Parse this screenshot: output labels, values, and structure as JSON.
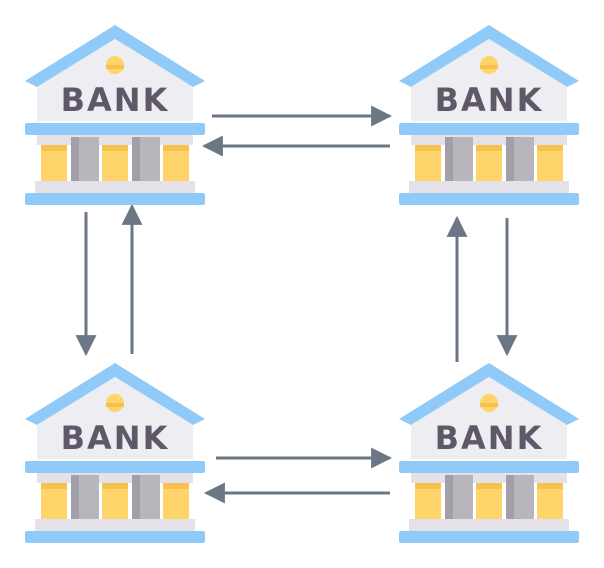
{
  "banks": [
    {
      "id": "top-left",
      "label": "BANK"
    },
    {
      "id": "top-right",
      "label": "BANK"
    },
    {
      "id": "bottom-left",
      "label": "BANK"
    },
    {
      "id": "bottom-right",
      "label": "BANK"
    }
  ],
  "connections": [
    {
      "from": "top-left",
      "to": "top-right"
    },
    {
      "from": "top-right",
      "to": "top-left"
    },
    {
      "from": "top-left",
      "to": "bottom-left"
    },
    {
      "from": "bottom-left",
      "to": "top-left"
    },
    {
      "from": "top-right",
      "to": "bottom-right"
    },
    {
      "from": "bottom-right",
      "to": "top-right"
    },
    {
      "from": "bottom-left",
      "to": "bottom-right"
    },
    {
      "from": "bottom-right",
      "to": "bottom-left"
    }
  ],
  "colors": {
    "roof": "#90caf9",
    "roof_dark": "#7fb6e6",
    "facade": "#eeeef2",
    "pillar": "#b9b5bd",
    "pillar_shadow": "#a39fa8",
    "gold": "#ffd56b",
    "gold_dark": "#f5c24d",
    "step": "#e4e2e8",
    "text": "#5f5868",
    "arrow": "#6b7785"
  }
}
